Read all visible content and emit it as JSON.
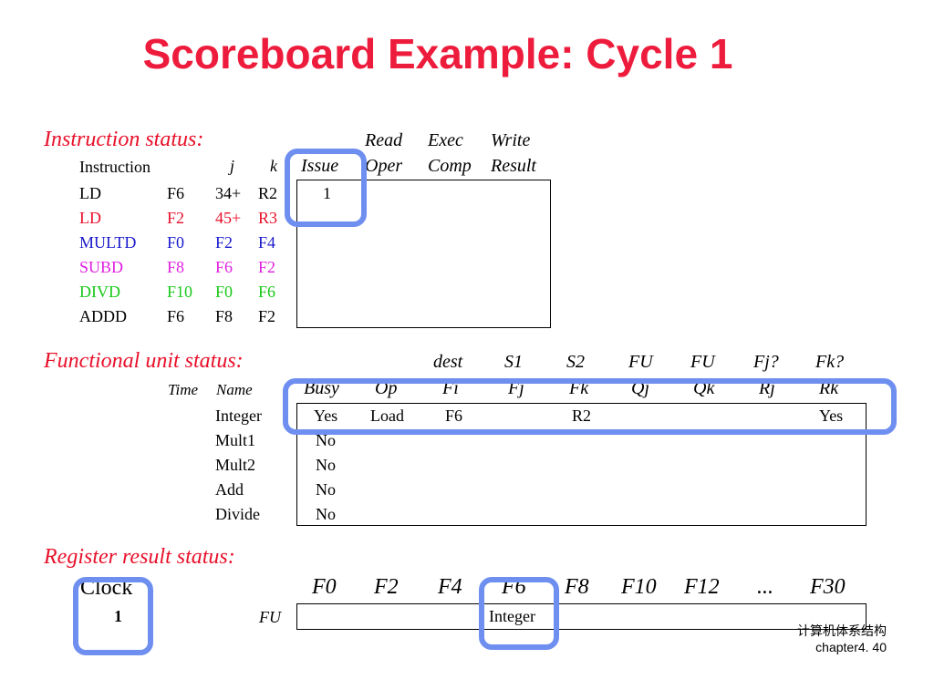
{
  "title": "Scoreboard Example: Cycle 1",
  "instruction_status": {
    "section_label": "Instruction status:",
    "header_top": {
      "read": "Read",
      "exec": "Exec",
      "write": "Write"
    },
    "header": {
      "instruction": "Instruction",
      "j": "j",
      "k": "k",
      "issue": "Issue",
      "oper": "Oper",
      "comp": "Comp",
      "result": "Result"
    },
    "rows": [
      {
        "op": "LD",
        "dest": "F6",
        "j": "34+",
        "k": "R2",
        "issue": "1",
        "color": "#000000"
      },
      {
        "op": "LD",
        "dest": "F2",
        "j": "45+",
        "k": "R3",
        "issue": "",
        "color": "#e8102a"
      },
      {
        "op": "MULTD",
        "dest": "F0",
        "j": "F2",
        "k": "F4",
        "issue": "",
        "color": "#1a1acc"
      },
      {
        "op": "SUBD",
        "dest": "F8",
        "j": "F6",
        "k": "F2",
        "issue": "",
        "color": "#e020e0"
      },
      {
        "op": "DIVD",
        "dest": "F10",
        "j": "F0",
        "k": "F6",
        "issue": "",
        "color": "#18c818"
      },
      {
        "op": "ADDD",
        "dest": "F6",
        "j": "F8",
        "k": "F2",
        "issue": "",
        "color": "#000000"
      }
    ]
  },
  "functional_unit_status": {
    "section_label": "Functional unit status:",
    "header_top": {
      "dest": "dest",
      "s1": "S1",
      "s2": "S2",
      "fu1": "FU",
      "fu2": "FU",
      "fj": "Fj?",
      "fk": "Fk?"
    },
    "header": {
      "time": "Time",
      "name": "Name",
      "busy": "Busy",
      "op": "Op",
      "fi": "Fi",
      "fj": "Fj",
      "fk": "Fk",
      "qj": "Qj",
      "qk": "Qk",
      "rj": "Rj",
      "rk": "Rk"
    },
    "rows": [
      {
        "name": "Integer",
        "busy": "Yes",
        "op": "Load",
        "fi": "F6",
        "fj": "",
        "fk": "R2",
        "qj": "",
        "qk": "",
        "rj": "",
        "rk": "Yes"
      },
      {
        "name": "Mult1",
        "busy": "No"
      },
      {
        "name": "Mult2",
        "busy": "No"
      },
      {
        "name": "Add",
        "busy": "No"
      },
      {
        "name": "Divide",
        "busy": "No"
      }
    ]
  },
  "register_result_status": {
    "section_label": "Register result status:",
    "clock_label": "Clock",
    "clock_value": "1",
    "fu_label": "FU",
    "registers": [
      "F0",
      "F2",
      "F4",
      "F6",
      "F8",
      "F10",
      "F12",
      "...",
      "F30"
    ],
    "values": [
      "",
      "",
      "",
      "Integer",
      "",
      "",
      "",
      "",
      ""
    ]
  },
  "footer": {
    "line1": "计算机体系结构",
    "line2": "chapter4. 40"
  },
  "highlight_color": "#6f8ff0"
}
